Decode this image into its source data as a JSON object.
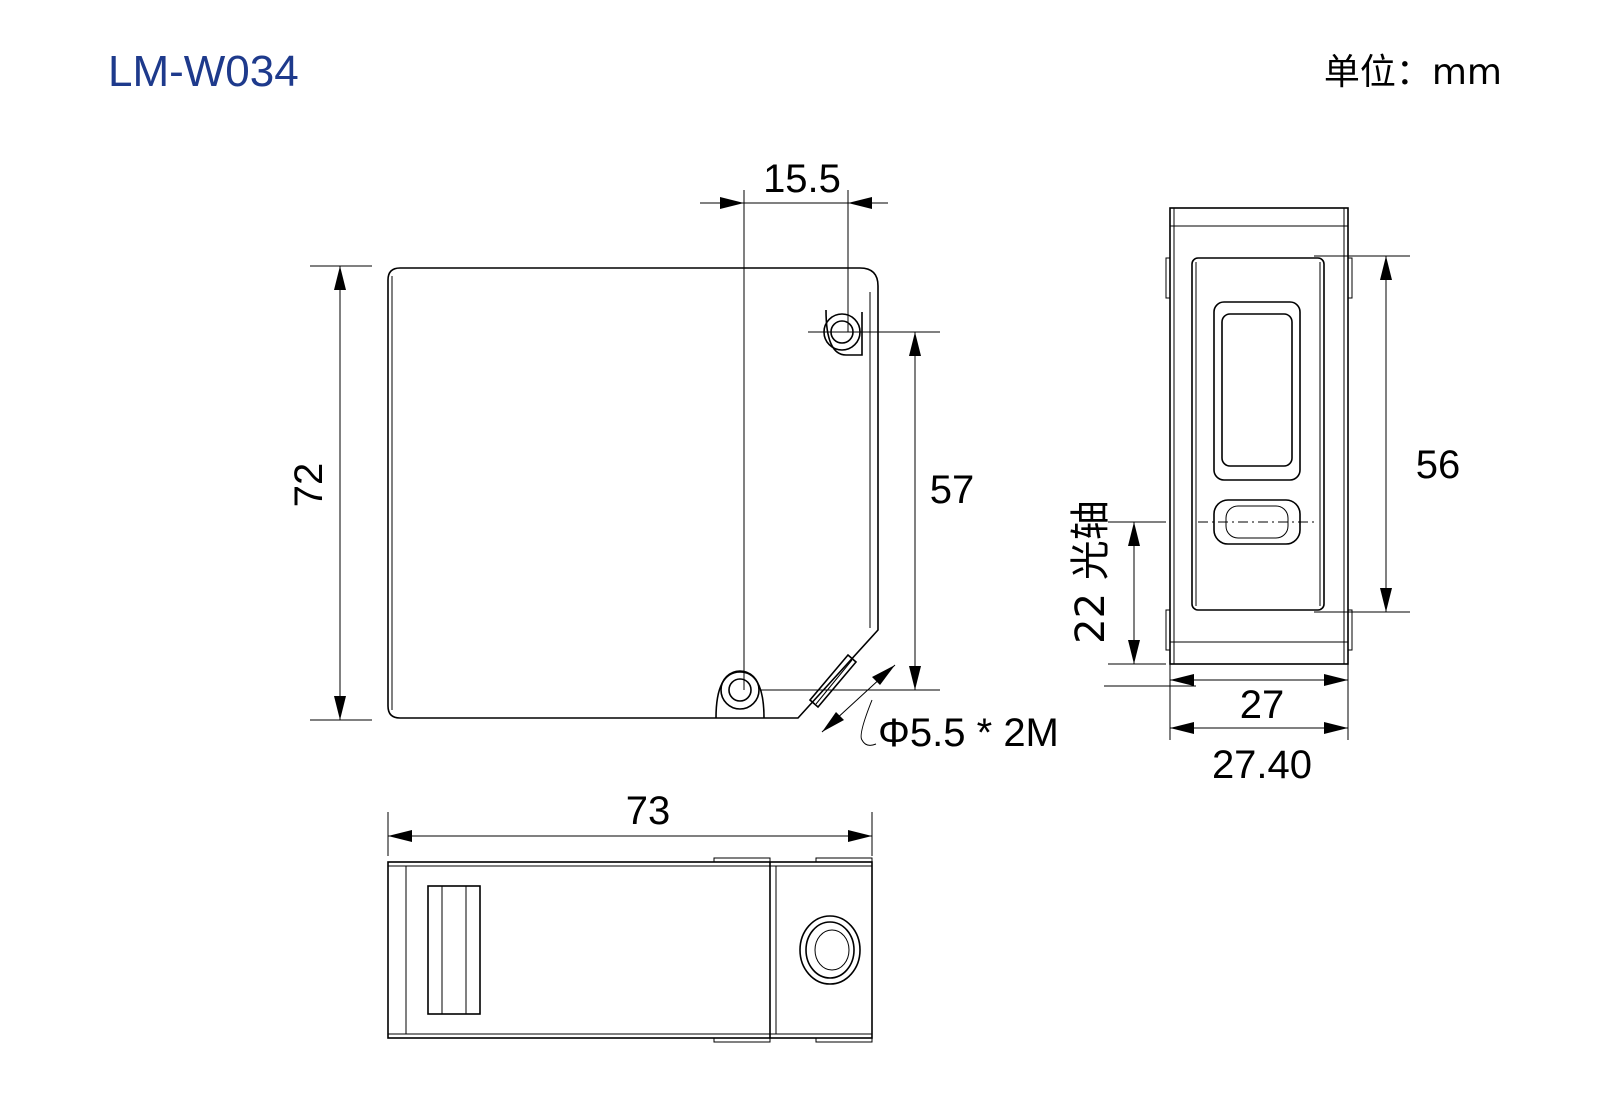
{
  "title": "LM-W034",
  "unit": "单位：mm",
  "colors": {
    "title": "#1e3a8c",
    "lines": "#000000",
    "background": "#ffffff"
  },
  "dimensions": {
    "width_front": "73",
    "height_left": "72",
    "hole_offset_top": "15.5",
    "hole_spacing": "57",
    "hole_spec": "Φ5.5 * 2M",
    "side_window_height": "56",
    "optical_axis": "22 光轴",
    "side_width_inner": "27",
    "side_width_outer": "27.40"
  }
}
